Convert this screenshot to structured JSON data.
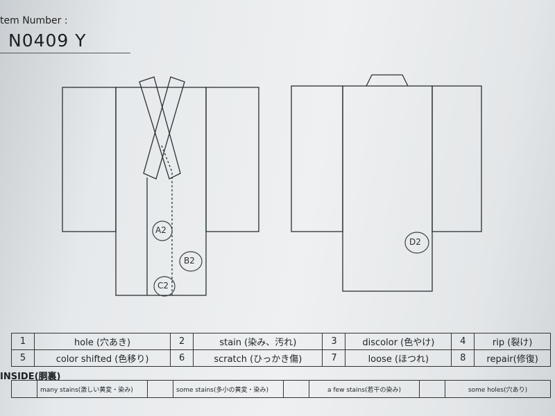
{
  "header": {
    "label": "tem Number :",
    "item_number": "N0409  Y"
  },
  "annotations": [
    "A2",
    "B2",
    "C2",
    "D2"
  ],
  "legend": [
    [
      {
        "num": "1",
        "text": "hole (穴あき)"
      },
      {
        "num": "2",
        "text": "stain (染み、汚れ)"
      },
      {
        "num": "3",
        "text": "discolor (色やけ)"
      },
      {
        "num": "4",
        "text": "rip (裂け)"
      }
    ],
    [
      {
        "num": "5",
        "text": "color shifted (色移り)"
      },
      {
        "num": "6",
        "text": "scratch (ひっかき傷)"
      },
      {
        "num": "7",
        "text": "loose (ほつれ)"
      },
      {
        "num": "8",
        "text": "repair(修復)"
      }
    ]
  ],
  "inside": {
    "title": "INSIDE(胴裏)",
    "cells": [
      "many stains(激しい黄変・染み)",
      "some stains(多小の黄変・染み)",
      "a few stains(若干の染み)",
      "some holes(穴あり)"
    ]
  }
}
